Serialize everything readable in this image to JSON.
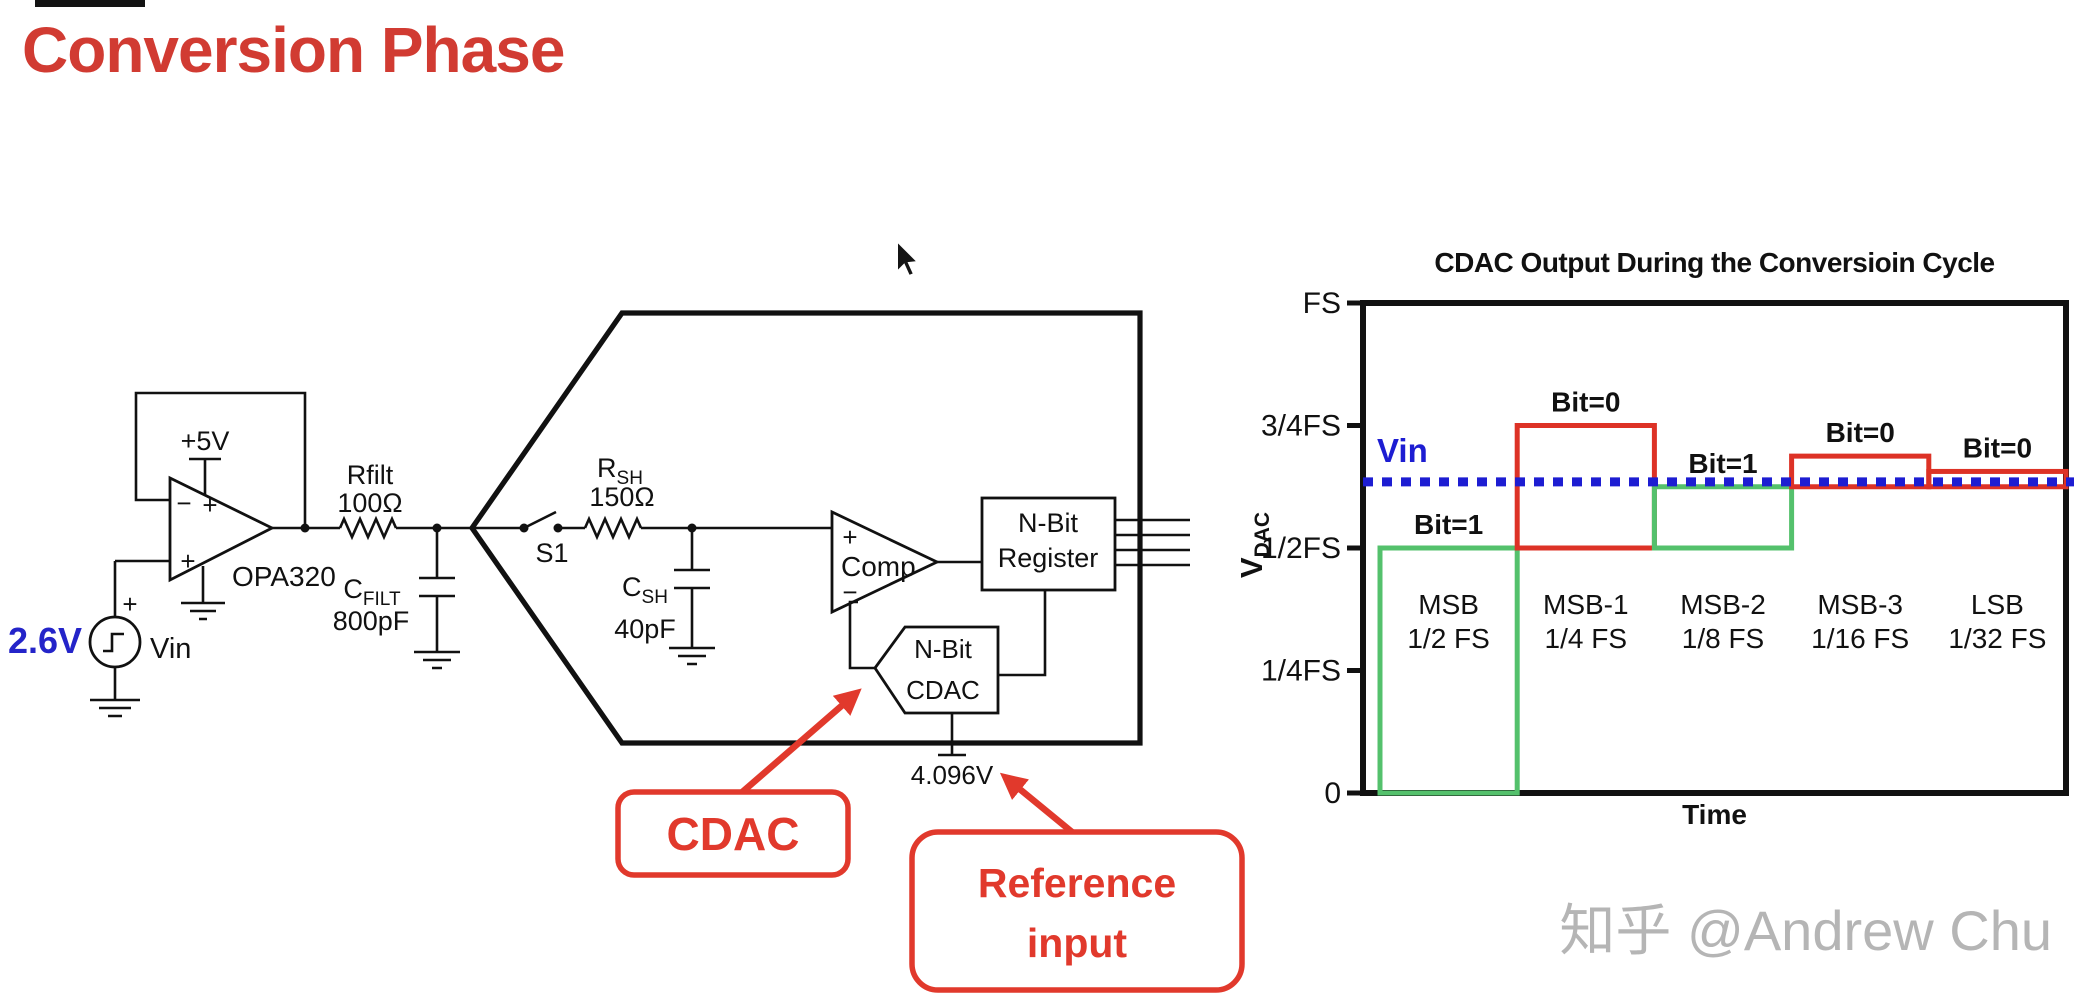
{
  "page": {
    "title": "Conversion Phase",
    "watermark": "知乎 @Andrew Chu",
    "colors": {
      "title_red": "#d13b32",
      "callout_red": "#e1392c",
      "value_blue": "#2424c9",
      "watermark_gray": "#b5b5b5",
      "ink_black": "#111111"
    }
  },
  "circuit": {
    "supply_label": "+5V",
    "opamp_label": "OPA320",
    "opamp_minus": "−",
    "opamp_supply_plus": "+",
    "opamp_plus": "+",
    "source_value": "2.6V",
    "source_plus": "+",
    "source_label": "Vin",
    "rfilt_name": "Rfilt",
    "rfilt_value": "100Ω",
    "cfilt_base": "C",
    "cfilt_sub": "FILT",
    "cfilt_value": "800pF",
    "switch_label": "S1",
    "rsh_base": "R",
    "rsh_sub": "SH",
    "rsh_value": "150Ω",
    "csh_base": "C",
    "csh_sub": "SH",
    "csh_value": "40pF",
    "comp_plus": "+",
    "comp_label": "Comp",
    "comp_minus": "−",
    "register_line1": "N-Bit",
    "register_line2": "Register",
    "cdac_line1": "N-Bit",
    "cdac_line2": "CDAC",
    "reference_value": "4.096V",
    "callout_cdac": "CDAC",
    "callout_reference_line1": "Reference",
    "callout_reference_line2": "input"
  },
  "chart_data": {
    "type": "bar",
    "title": "CDAC Output During the Conversioin Cycle",
    "xlabel": "Time",
    "ylabel_base": "V",
    "ylabel_sub": "DAC",
    "ylim": [
      0,
      1
    ],
    "grid": false,
    "y_ticks": [
      {
        "label": "FS",
        "value": 1
      },
      {
        "label": "3/4FS",
        "value": 0.75
      },
      {
        "label": "1/2FS",
        "value": 0.5
      },
      {
        "label": "1/4FS",
        "value": 0.25
      },
      {
        "label": "0",
        "value": 0
      }
    ],
    "vin_line": {
      "label": "Vin",
      "value_fs": 0.635,
      "style": "dotted"
    },
    "trials": [
      {
        "phase": "MSB",
        "weight_label": "1/2 FS",
        "bit_label": "Bit=1",
        "result": "keep",
        "dac_level_from_fs": 0,
        "dac_level_to_fs": 0.5
      },
      {
        "phase": "MSB-1",
        "weight_label": "1/4 FS",
        "bit_label": "Bit=0",
        "result": "reject",
        "dac_level_from_fs": 0.5,
        "dac_level_to_fs": 0.75
      },
      {
        "phase": "MSB-2",
        "weight_label": "1/8 FS",
        "bit_label": "Bit=1",
        "result": "keep",
        "dac_level_from_fs": 0.5,
        "dac_level_to_fs": 0.625
      },
      {
        "phase": "MSB-3",
        "weight_label": "1/16 FS",
        "bit_label": "Bit=0",
        "result": "reject",
        "dac_level_from_fs": 0.625,
        "dac_level_to_fs": 0.6875
      },
      {
        "phase": "LSB",
        "weight_label": "1/32 FS",
        "bit_label": "Bit=0",
        "result": "reject",
        "dac_level_from_fs": 0.625,
        "dac_level_to_fs": 0.65625
      }
    ],
    "result_colors": {
      "keep": "#54c16c",
      "reject": "#dd3226"
    },
    "vin_color": "#1d1dd2",
    "axis_color": "#111111"
  }
}
